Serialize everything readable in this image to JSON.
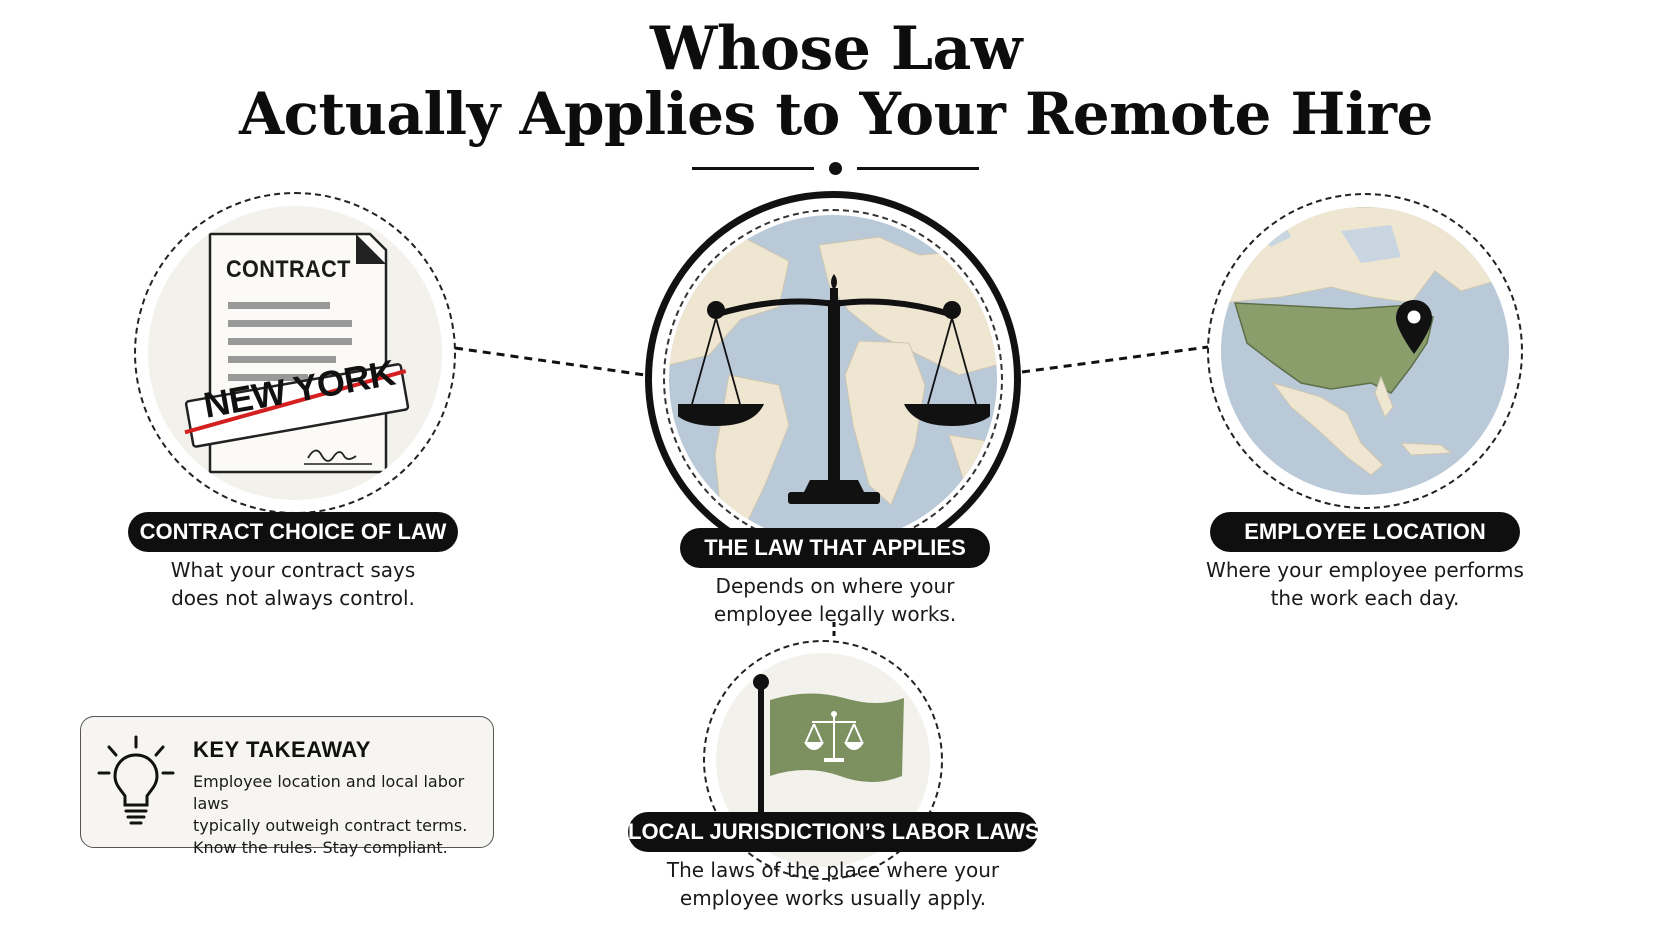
{
  "header": {
    "title_line1": "Whose Law",
    "title_line2": "Actually Applies to Your Remote Hire"
  },
  "contract_node": {
    "doc_heading": "CONTRACT",
    "stamp_text": "NEW YORK",
    "pill": "CONTRACT CHOICE OF LAW",
    "desc_line1": "What your contract says",
    "desc_line2": "does not always control."
  },
  "center_node": {
    "pill": "THE LAW THAT APPLIES",
    "desc_line1": "Depends on where your",
    "desc_line2": "employee legally works."
  },
  "location_node": {
    "pill": "EMPLOYEE LOCATION",
    "desc_line1": "Where your employee performs",
    "desc_line2": "the work each day."
  },
  "jurisdiction_node": {
    "pill": "LOCAL JURISDICTION’S LABOR LAWS",
    "desc_line1": "The laws of the place where your",
    "desc_line2": "employee works usually apply."
  },
  "takeaway": {
    "title": "KEY TAKEAWAY",
    "line1": "Employee location and local labor laws",
    "line2": "typically outweigh contract terms.",
    "line3": "Know the rules. Stay compliant."
  },
  "icons": {
    "contract": "contract-document-icon",
    "scales": "scales-of-justice-icon",
    "map_pin": "map-pin-icon",
    "flag": "jurisdiction-flag-icon",
    "bulb": "lightbulb-icon"
  },
  "colors": {
    "ink": "#111111",
    "ocean": "#b9c9d8",
    "land": "#efe6d2",
    "usa_green": "#8a9e6c",
    "flag_green": "#7d9160",
    "stamp_red": "#d42020",
    "paper": "#f3f1ec"
  }
}
